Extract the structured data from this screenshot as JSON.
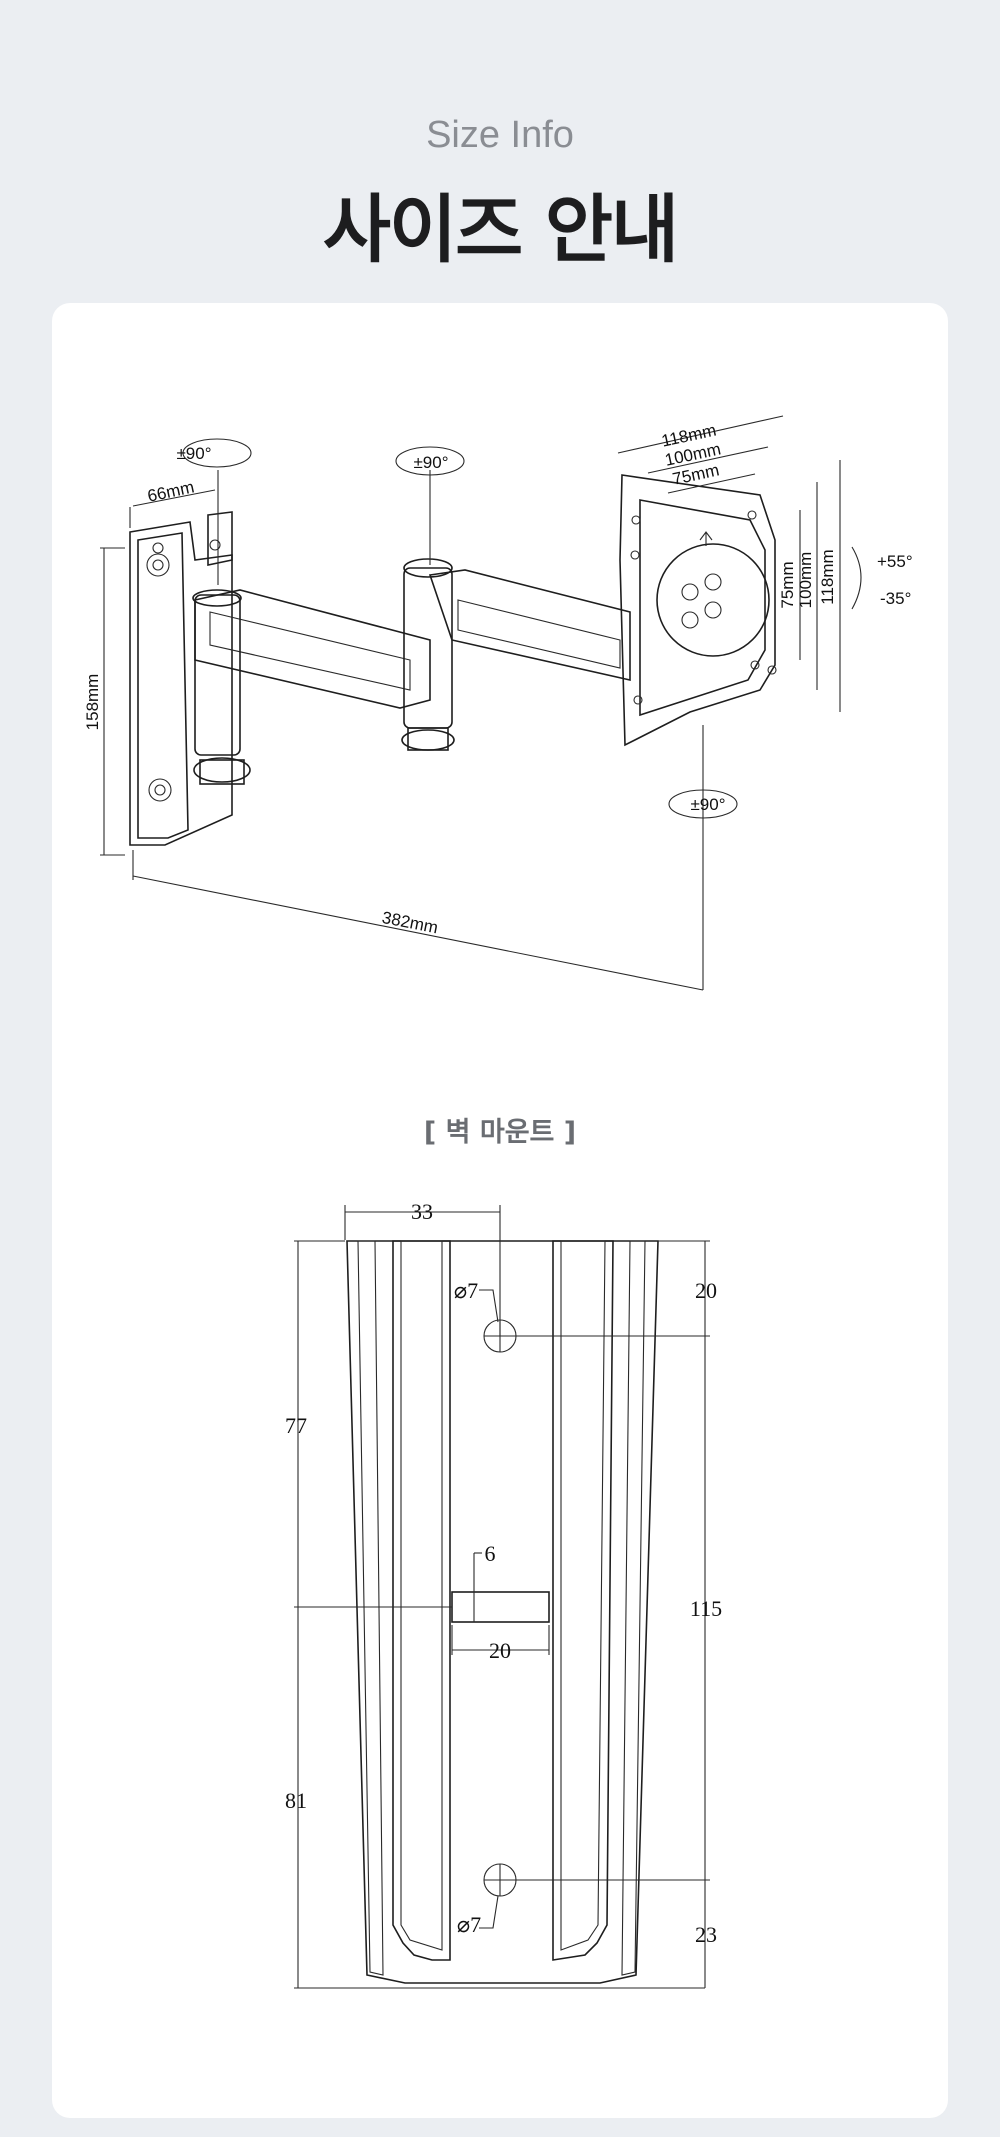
{
  "header": {
    "subtitle": "Size Info",
    "title": "사이즈 안내"
  },
  "section2": {
    "label": "[ 벽 마운트 ]"
  },
  "arm": {
    "rot_left": "±90°",
    "rot_mid": "±90°",
    "rot_bottom": "±90°",
    "w_plate": "66mm",
    "h_plate": "158mm",
    "length": "382mm",
    "vesa_h": [
      "118mm",
      "100mm",
      "75mm"
    ],
    "vesa_v": [
      "75mm",
      "100mm",
      "118mm"
    ],
    "tilt_up": "+55°",
    "tilt_down": "-35°"
  },
  "plate": {
    "w_top": "33",
    "hole_dia_top": "⌀7",
    "top": "20",
    "upper": "77",
    "slot_h": "6",
    "slot_w": "20",
    "middle": "115",
    "lower": "81",
    "hole_dia_bot": "⌀7",
    "bottom": "23"
  }
}
